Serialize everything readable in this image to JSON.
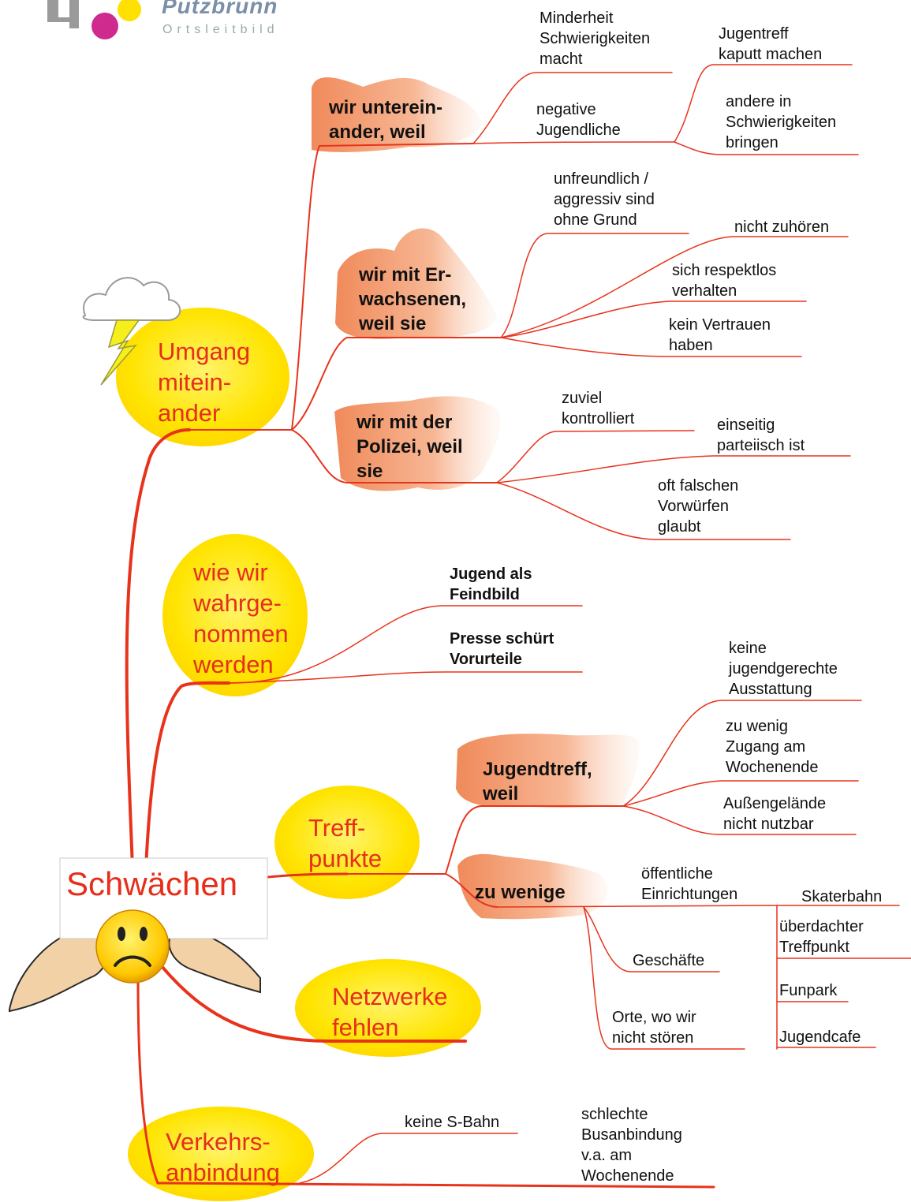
{
  "logo": {
    "name": "Putzbrunn",
    "subtitle": "Ortsleitbild"
  },
  "center": {
    "label": "Schwächen"
  },
  "branches": {
    "umgang": "Umgang\nmitein-\nander",
    "wahrgenommen": "wie wir\nwahrge-\nnommen\nwerden",
    "treffpunkte": "Treff-\npunkte",
    "netzwerke": "Netzwerke\nfehlen",
    "verkehr": "Verkehrs-\nanbindung"
  },
  "subbranches": {
    "untereinander": "wir unterein-\nander, weil",
    "erwachsenen": "wir mit Er-\nwachsenen,\nweil sie",
    "polizei": "wir mit der\nPolizei, weil\nsie",
    "jugendtreff": "Jugendtreff,\nweil",
    "zu_wenige": "zu wenige"
  },
  "leaves": {
    "minderheit": "Minderheit\nSchwierigkeiten\nmacht",
    "negative": "negative\nJugendliche",
    "kaputt": "Jugentreff\nkaputt machen",
    "andere": "andere in\nSchwierigkeiten\nbringen",
    "unfreundlich": "unfreundlich /\naggressiv sind\nohne Grund",
    "zuhoeren": "nicht zuhören",
    "respektlos": "sich respektlos\nverhalten",
    "vertrauen": "kein Vertrauen\nhaben",
    "kontrolliert": "zuviel\nkontrolliert",
    "einseitig": "einseitig\nparteiisch ist",
    "vorwuerfe": "oft falschen\nVorwürfen\nglaubt",
    "feindbild": "Jugend als\nFeindbild",
    "presse": "Presse schürt\nVorurteile",
    "ausstattung": "keine\njugendgerechte\nAusstattung",
    "zugang": "zu wenig\nZugang am\nWochenende",
    "aussengelaende": "Außengelände\nnicht nutzbar",
    "einrichtungen": "öffentliche\nEinrichtungen",
    "skaterbahn": "Skaterbahn",
    "ueberdacht": "überdachter\nTreffpunkt",
    "funpark": "Funpark",
    "jugendcafe": "Jugendcafe",
    "geschaefte": "Geschäfte",
    "orte": "Orte, wo wir\nnicht stören",
    "sbahn": "keine S-Bahn",
    "bus": "schlechte\nBusanbindung\nv.a. am\nWochenende"
  },
  "colors": {
    "line": "#e8331c",
    "bubble": "#ffe400",
    "branch_text": "#e62e1a",
    "sub_fill": "#f4a27a"
  },
  "icons": [
    "logo-mark",
    "thundercloud-icon",
    "sad-face-icon",
    "hands-icon"
  ]
}
